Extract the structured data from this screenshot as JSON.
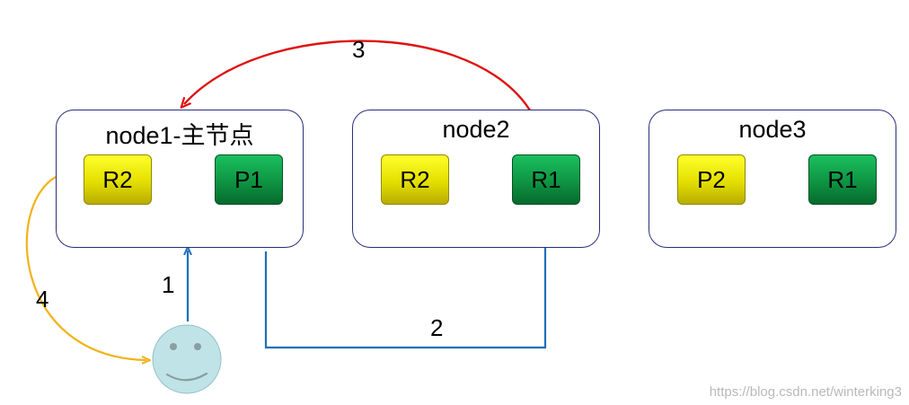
{
  "nodes": [
    {
      "title": "node1-主节点",
      "shards": [
        {
          "label": "R2",
          "kind": "replica"
        },
        {
          "label": "P1",
          "kind": "primary"
        }
      ]
    },
    {
      "title": "node2",
      "shards": [
        {
          "label": "R2",
          "kind": "replica"
        },
        {
          "label": "R1",
          "kind": "primary"
        }
      ]
    },
    {
      "title": "node3",
      "shards": [
        {
          "label": "P2",
          "kind": "replica"
        },
        {
          "label": "R1",
          "kind": "primary"
        }
      ]
    }
  ],
  "steps": [
    {
      "label": "1",
      "color": "#1f6fb8"
    },
    {
      "label": "2",
      "color": "#1f6fb8"
    },
    {
      "label": "3",
      "color": "#e01010"
    },
    {
      "label": "4",
      "color": "#f2b21b"
    }
  ],
  "client": {
    "icon": "smiley-face-icon",
    "color": "#bfe3e6"
  },
  "colors": {
    "node_border": "#2a2e7a",
    "replica_shard": "#e4df00",
    "primary_shard": "#0e9443"
  },
  "watermark": "https://blog.csdn.net/winterking3"
}
